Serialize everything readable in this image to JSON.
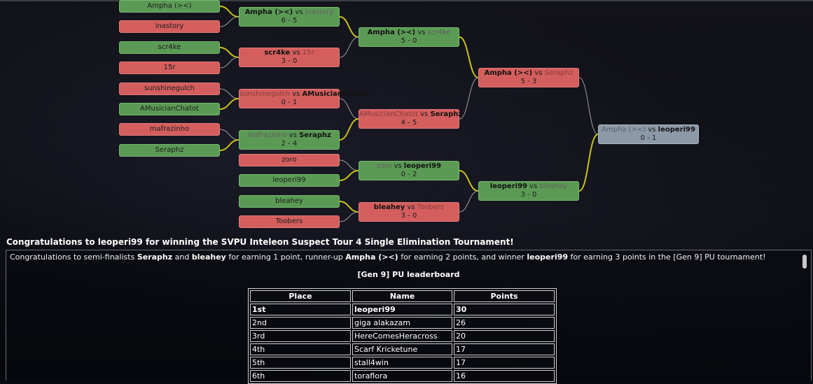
{
  "bracket": {
    "r1_players": [
      {
        "name": "Ampha (><)",
        "result": "win"
      },
      {
        "name": "inastory",
        "result": "loss"
      },
      {
        "name": "scr4ke",
        "result": "win"
      },
      {
        "name": "15r",
        "result": "loss"
      },
      {
        "name": "sunshinegulch",
        "result": "loss"
      },
      {
        "name": "AMusicianChatot",
        "result": "win"
      },
      {
        "name": "mafrazinho",
        "result": "loss"
      },
      {
        "name": "Seraphz",
        "result": "win"
      },
      {
        "name": "zoro",
        "result": "loss"
      },
      {
        "name": "leoperi99",
        "result": "win"
      },
      {
        "name": "bleahey",
        "result": "win"
      },
      {
        "name": "Toobers",
        "result": "loss"
      }
    ],
    "matches": [
      {
        "id": "m1",
        "p1": "Ampha (><)",
        "p2": "inastory",
        "vs": "vs",
        "score": "6 - 5",
        "winner": 1,
        "color": "green"
      },
      {
        "id": "m2",
        "p1": "scr4ke",
        "p2": "15r",
        "vs": "vs",
        "score": "3 - 0",
        "winner": 1,
        "color": "red"
      },
      {
        "id": "m3",
        "p1": "sunshinegulch",
        "p2": "AMusicianChatot",
        "vs": "vs",
        "score": "0 - 1",
        "winner": 2,
        "color": "red"
      },
      {
        "id": "m4",
        "p1": "mafrazinho",
        "p2": "Seraphz",
        "vs": "vs",
        "score": "2 - 4",
        "winner": 2,
        "color": "green"
      },
      {
        "id": "m5",
        "p1": "Ampha (><)",
        "p2": "scr4ke",
        "vs": "vs",
        "score": "5 - 0",
        "winner": 1,
        "color": "green"
      },
      {
        "id": "m6",
        "p1": "AMusicianChatot",
        "p2": "Seraphz",
        "vs": "vs",
        "score": "4 - 5",
        "winner": 2,
        "color": "red"
      },
      {
        "id": "m7",
        "p1": "zoro",
        "p2": "leoperi99",
        "vs": "vs",
        "score": "0 - 2",
        "winner": 2,
        "color": "green"
      },
      {
        "id": "m8",
        "p1": "bleahey",
        "p2": "Toobers",
        "vs": "vs",
        "score": "3 - 0",
        "winner": 1,
        "color": "red"
      },
      {
        "id": "m9",
        "p1": "Ampha (><)",
        "p2": "Seraphz",
        "vs": "vs",
        "score": "5 - 3",
        "winner": 1,
        "color": "red"
      },
      {
        "id": "m10",
        "p1": "leoperi99",
        "p2": "bleahey",
        "vs": "vs",
        "score": "3 - 0",
        "winner": 1,
        "color": "green"
      },
      {
        "id": "m11",
        "p1": "Ampha (><)",
        "p2": "leoperi99",
        "vs": "vs",
        "score": "0 - 1",
        "winner": 2,
        "color": "gray"
      }
    ],
    "colors": {
      "win": "#5b9a55",
      "loss": "#d45e5e",
      "final": "#8d99a8",
      "line_active": "#c9c21b",
      "line_inactive": "#9c9c9c"
    }
  },
  "headline": "Congratulations to leoperi99 for winning the SVPU Inteleon Suspect Tour 4 Single Elimination Tournament!",
  "congrats": {
    "t1": "Congratulations to semi-finalists ",
    "n1": "Seraphz",
    "t2": " and ",
    "n2": "bleahey",
    "t3": " for earning 1 point, runner-up ",
    "n3": "Ampha (><)",
    "t4": " for earning 2 points, and winner ",
    "n4": "leoperi99",
    "t5": " for earning 3 points in the [Gen 9] PU tournament!"
  },
  "leaderboard": {
    "title": "[Gen 9] PU leaderboard",
    "headers": [
      "Place",
      "Name",
      "Points"
    ],
    "rows": [
      {
        "place": "1st",
        "name": "leoperi99",
        "points": "30"
      },
      {
        "place": "2nd",
        "name": "giga alakazam",
        "points": "26"
      },
      {
        "place": "3rd",
        "name": "HereComesHeracross",
        "points": "20"
      },
      {
        "place": "4th",
        "name": "Scarf Kricketune",
        "points": "17"
      },
      {
        "place": "5th",
        "name": "stall4win",
        "points": "17"
      },
      {
        "place": "6th",
        "name": "toraflora",
        "points": "16"
      }
    ]
  }
}
